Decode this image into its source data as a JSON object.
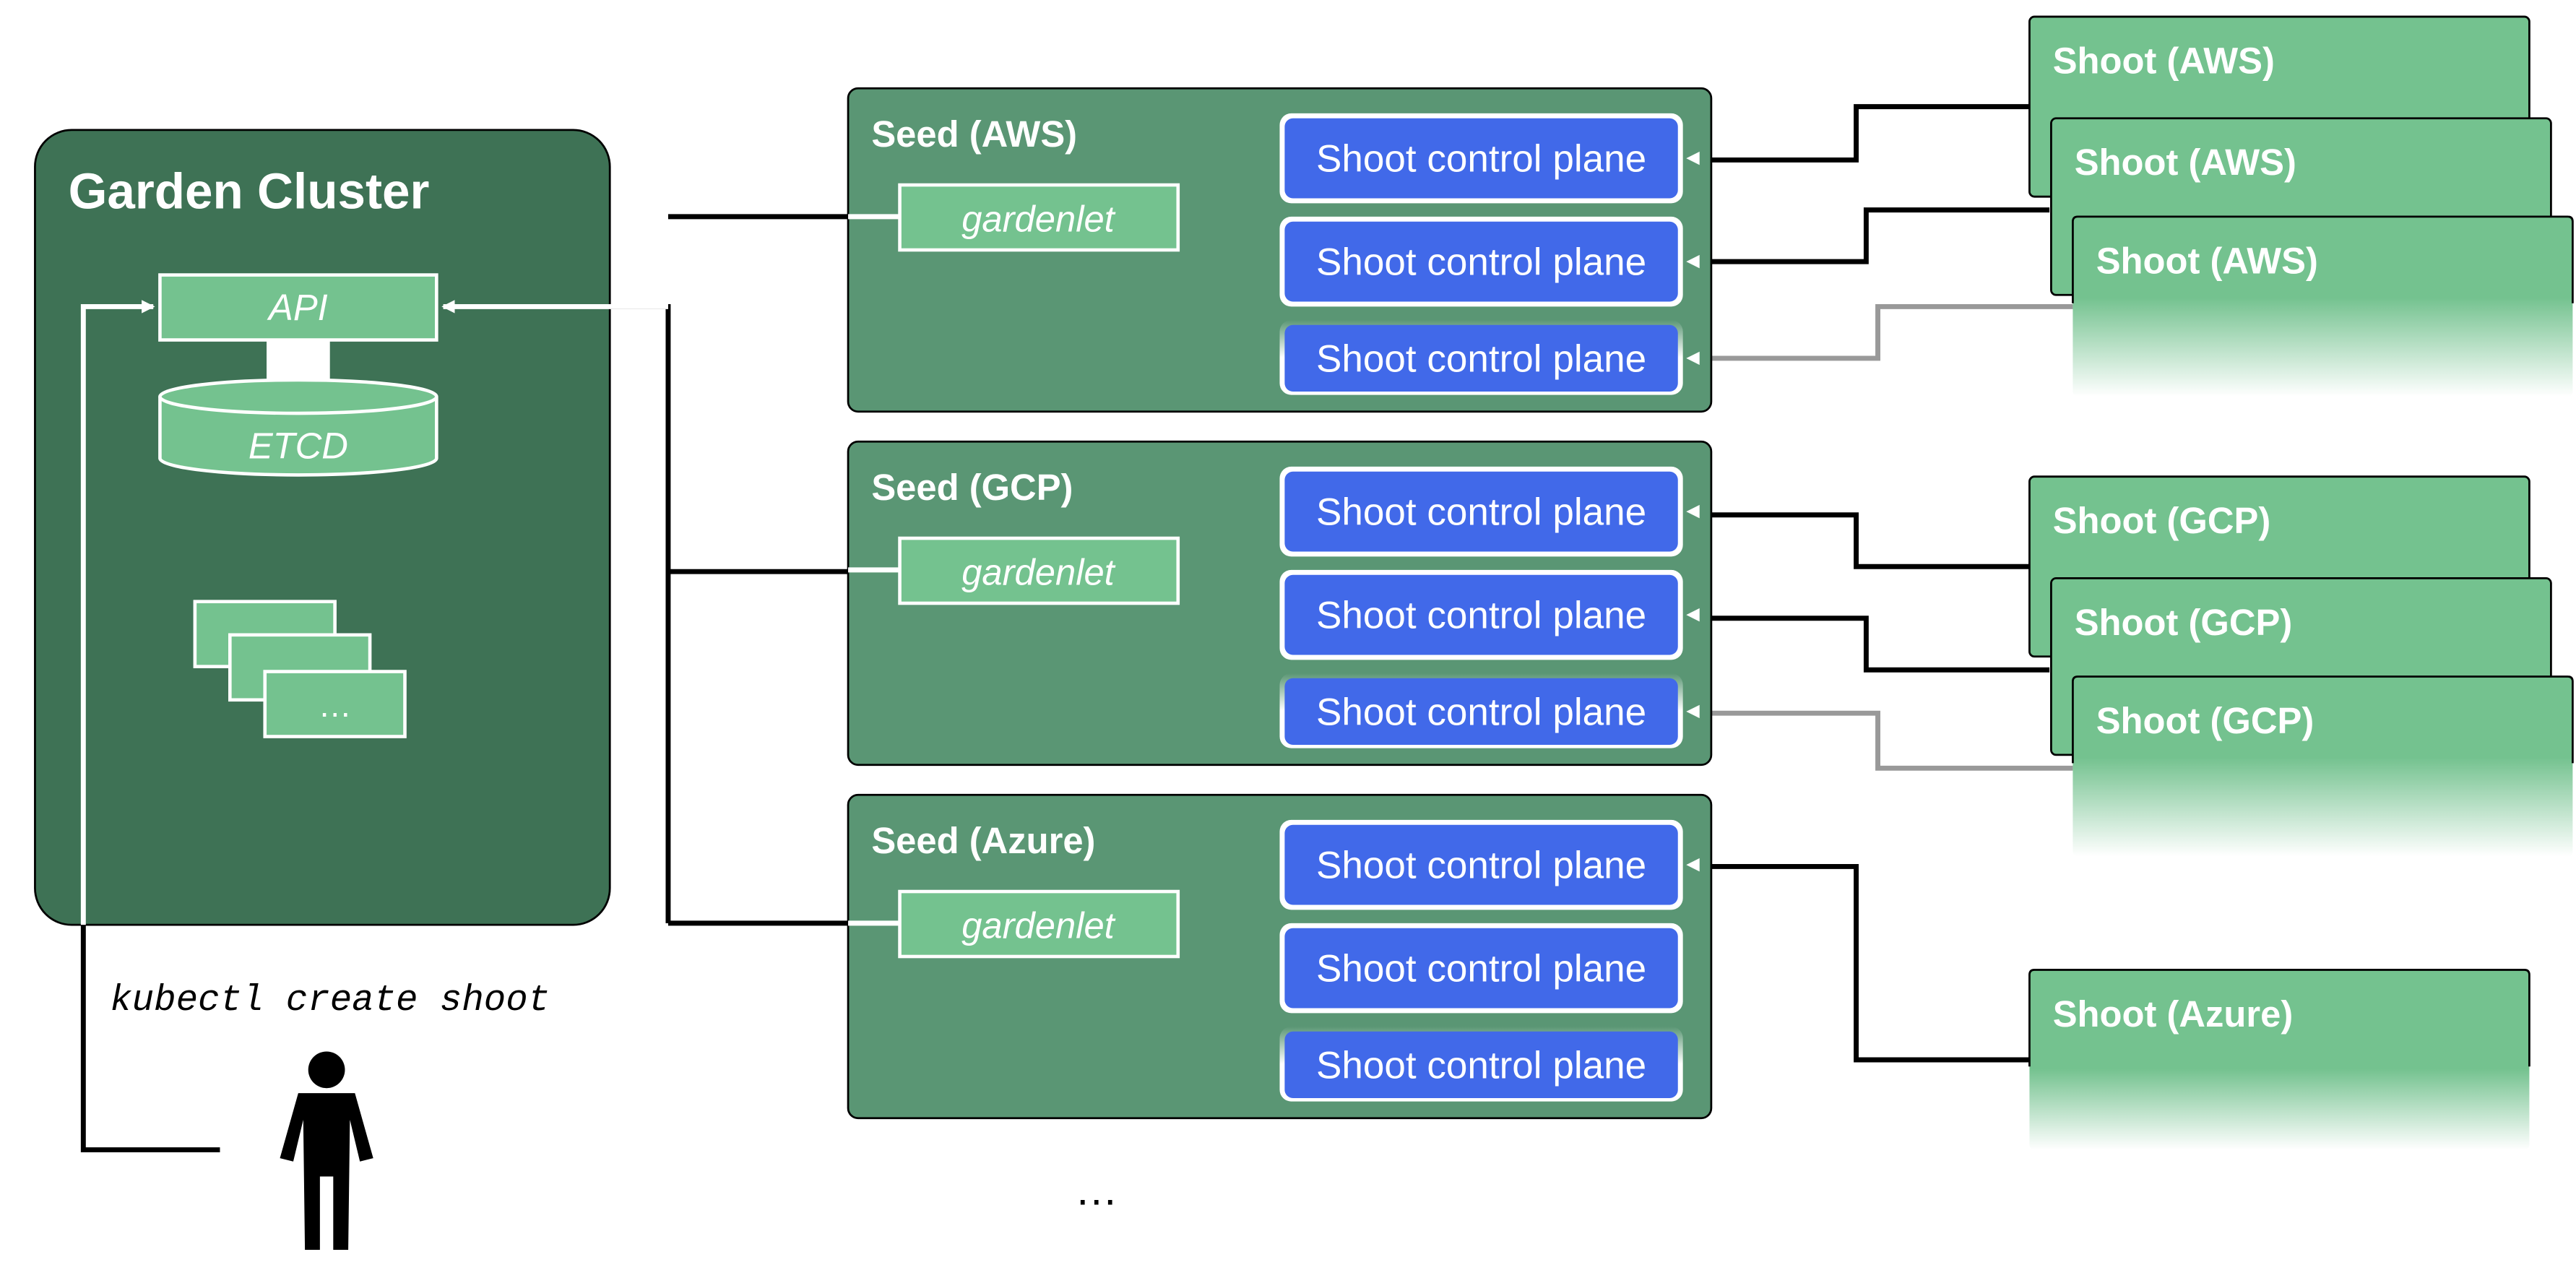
{
  "garden": {
    "title": "Garden Cluster",
    "api_label": "API",
    "etcd_label": "ETCD",
    "resources_label": "…"
  },
  "user": {
    "command": "kubectl create shoot"
  },
  "seeds": [
    {
      "name": "Seed (AWS)",
      "gardenlet_label": "gardenlet",
      "control_planes": [
        "Shoot control plane",
        "Shoot control plane",
        "Shoot control plane"
      ]
    },
    {
      "name": "Seed (GCP)",
      "gardenlet_label": "gardenlet",
      "control_planes": [
        "Shoot control plane",
        "Shoot control plane",
        "Shoot control plane"
      ]
    },
    {
      "name": "Seed (Azure)",
      "gardenlet_label": "gardenlet",
      "control_planes": [
        "Shoot control plane",
        "Shoot control plane",
        "Shoot control plane"
      ]
    }
  ],
  "shoots": {
    "aws": [
      "Shoot (AWS)",
      "Shoot (AWS)",
      "Shoot (AWS)"
    ],
    "gcp": [
      "Shoot (GCP)",
      "Shoot (GCP)",
      "Shoot (GCP)"
    ],
    "azure": [
      "Shoot (Azure)"
    ]
  },
  "more_seeds_label": "…",
  "colors": {
    "garden_bg": "#3e7255",
    "seed_bg": "#5a9674",
    "light_green": "#74c28f",
    "control_plane_blue": "#4169e9",
    "line_black": "#000000",
    "line_grey": "#999999"
  }
}
